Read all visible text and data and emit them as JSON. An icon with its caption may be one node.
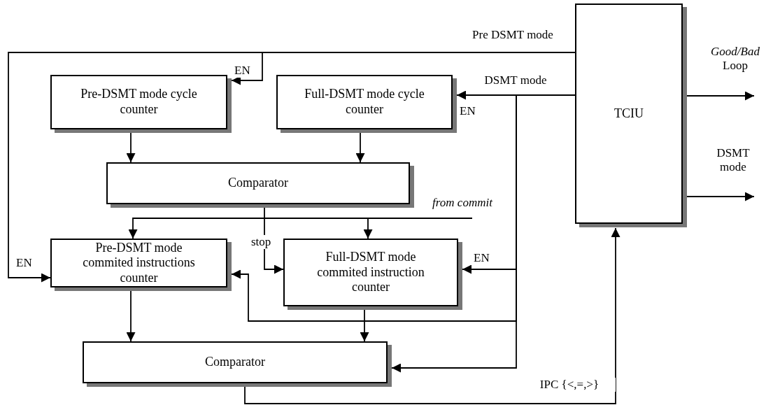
{
  "diagram": {
    "nodes": [
      {
        "text": [
          "Pre-DSMT mode cycle counter"
        ]
      },
      {
        "text": [
          "Full-DSMT mode cycle counter"
        ]
      },
      {
        "text": [
          "Comparator"
        ]
      },
      {
        "text": [
          "Pre-DSMT mode commited instructions counter"
        ]
      },
      {
        "text": [
          "Full-DSMT mode commited instruction counter"
        ]
      },
      {
        "text": [
          "Comparator"
        ]
      },
      {
        "text": [
          "TCIU"
        ]
      }
    ],
    "edges": [
      {
        "from": 6,
        "to": 0,
        "arrow": "to",
        "label": "Pre DSMT mode"
      },
      {
        "from": 6,
        "to": 3,
        "arrow": "to"
      },
      {
        "from": 6,
        "to": 1,
        "arrow": "to",
        "label": "DSMT mode"
      },
      {
        "from": 6,
        "to": 4,
        "arrow": "to"
      },
      {
        "from": 6,
        "to": 3,
        "arrow": "to"
      },
      {
        "from": 6,
        "to": 5,
        "arrow": "to"
      },
      {
        "from": 0,
        "to": 2,
        "arrow": "to"
      },
      {
        "from": 1,
        "to": 2,
        "arrow": "to"
      },
      {
        "from": 2,
        "to": 4,
        "arrow": "to"
      },
      {
        "from": null,
        "to": 3,
        "arrow": "to",
        "label": "from commit"
      },
      {
        "from": null,
        "to": 4,
        "arrow": "to"
      },
      {
        "from": 3,
        "to": 5,
        "arrow": "to"
      },
      {
        "from": 4,
        "to": 5,
        "arrow": "to"
      },
      {
        "from": 5,
        "to": 6,
        "arrow": "to",
        "label": "IPC {<,=,>}"
      },
      {
        "from": 6,
        "to": null,
        "arrow": "to",
        "label": "*Good/Bad* Loop"
      },
      {
        "from": 6,
        "to": null,
        "arrow": "to",
        "label": "DSMT mode"
      }
    ],
    "labels": [
      "EN",
      "EN",
      "EN",
      "stop",
      "EN"
    ]
  }
}
